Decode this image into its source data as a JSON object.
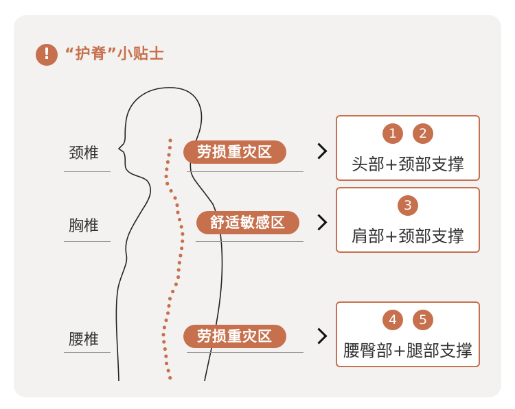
{
  "header": {
    "badge": "!",
    "title": "“护脊”小贴士"
  },
  "segments": [
    {
      "label": "颈椎",
      "zone": "劳损重灾区",
      "numbers": [
        "1",
        "2"
      ],
      "support": "头部+颈部支撑"
    },
    {
      "label": "胸椎",
      "zone": "舒适敏感区",
      "numbers": [
        "3"
      ],
      "support": "肩部+颈部支撑"
    },
    {
      "label": "腰椎",
      "zone": "劳损重灾区",
      "numbers": [
        "4",
        "5"
      ],
      "support": "腰臀部+腿部支撑"
    }
  ],
  "colors": {
    "accent": "#c6704d",
    "background": "#f4f2f0",
    "outline": "#222222"
  }
}
